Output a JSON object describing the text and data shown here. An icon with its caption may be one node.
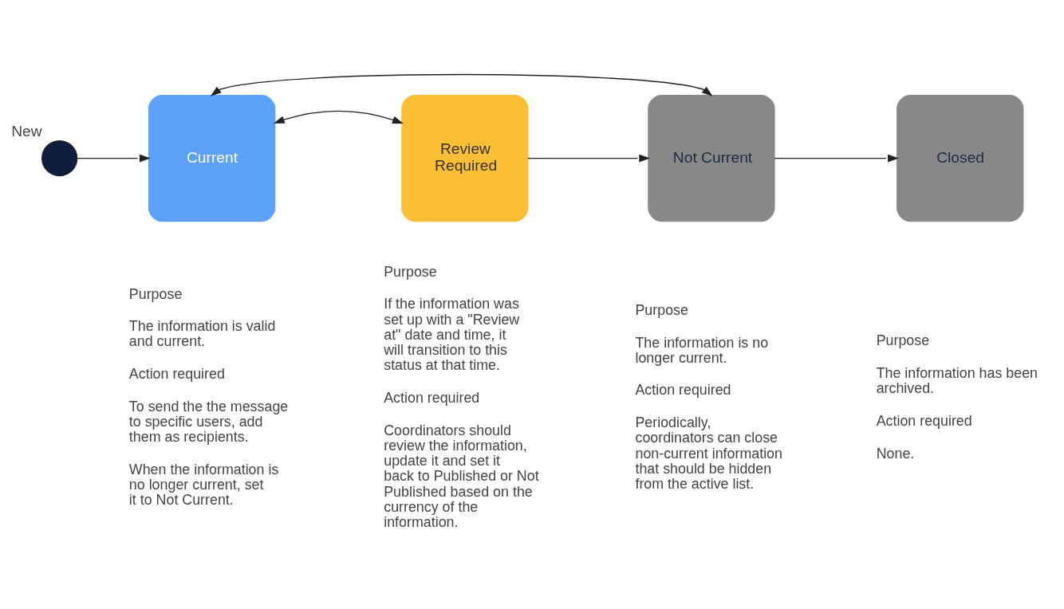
{
  "diagram": {
    "nodes": [
      {
        "text": [],
        "shape": "circle",
        "beside": [
          "New"
        ]
      },
      {
        "text": [
          "Current"
        ],
        "beside": [
          "Purpose",
          "The information is valid and current.",
          "Action required",
          "To send the the message to specific users, add them as recipients.",
          "When the information is no longer current, set it to Not Current."
        ]
      },
      {
        "text": [
          "Review Required"
        ],
        "beside": [
          "Purpose",
          "If the information was set up with a \"Review at\" date and time, it will transition to this status at that time.",
          "Action required",
          "Coordinators should review the information, update it and set it back to Published or Not Published based on the currency of the information."
        ]
      },
      {
        "text": [
          "Not Current"
        ],
        "beside": [
          "Purpose",
          "The information is no longer current.",
          "Action required",
          "Periodically, coordinators can close non-current information that should be hidden from the active list."
        ]
      },
      {
        "text": [
          "Closed"
        ],
        "beside": [
          "Purpose",
          "The information has been archived.",
          "Action required",
          "None."
        ]
      }
    ],
    "edges": [
      {
        "from": 0,
        "to": 1,
        "arrow": "to"
      },
      {
        "from": 1,
        "to": 2,
        "arrow": "both"
      },
      {
        "from": 2,
        "to": 3,
        "arrow": "to"
      },
      {
        "from": 3,
        "to": 4,
        "arrow": "to"
      },
      {
        "from": 1,
        "to": 3,
        "arrow": "both"
      }
    ]
  }
}
